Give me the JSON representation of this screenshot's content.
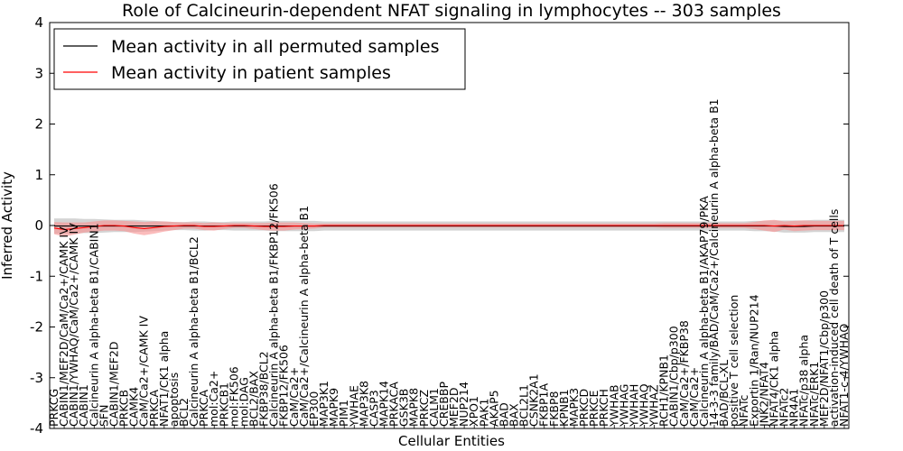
{
  "chart_data": {
    "type": "line",
    "title": "Role of Calcineurin-dependent NFAT signaling in lymphocytes -- 303 samples",
    "xlabel": "Cellular Entities",
    "ylabel": "Inferred Activity",
    "ylim": [
      -4,
      4
    ],
    "yticks": [
      -4,
      -3,
      -2,
      -1,
      0,
      1,
      2,
      3,
      4
    ],
    "grid": false,
    "legend_position": "top-left",
    "categories": [
      "PRKCG",
      "CABIN1/MEF2D/CaM/Ca2+/CAMK IV",
      "CABIN1/YWHAQ/CaM/Ca2+/CAMK IV",
      "CABIN1",
      "Calcineurin A alpha-beta B1/CABIN1",
      "SFN",
      "CABIN1/MEF2D",
      "PRKCB",
      "CAMK4",
      "CaM/Ca2+/CAMK IV",
      "PRKCA",
      "NFAT1/CK1 alpha",
      "apoptosis",
      "BCL2",
      "Calcineurin A alpha-beta B1/BCL2",
      "PRKCA",
      "mol:Ca2+",
      "PRKCB1",
      "mol:FK506",
      "mol:DAG",
      "BCL2/BAX",
      "FKBP38/BCL2",
      "Calcineurin A alpha-beta B1/FKBP12/FK506",
      "FKBP12/FK506",
      "CaM/Ca2+",
      "CaM/Ca2+/Calcineurin A alpha-beta B1",
      "EP300",
      "MAP3K1",
      "MAPK9",
      "PIM1",
      "YWHAE",
      "MAP3K8",
      "CASP3",
      "MAPK14",
      "PRKACA",
      "GSK3B",
      "MAPK8",
      "PRKCZ",
      "CALM1",
      "CREBBP",
      "MEF2D",
      "NUP214",
      "XPO1",
      "PAK1",
      "AKAP5",
      "BAD",
      "BAX",
      "BCL2L1",
      "CSNK2A1",
      "FKBP1A",
      "FKBP8",
      "KPNB1",
      "MAPK3",
      "PRKCD",
      "PRKCE",
      "PRKCH",
      "YWHAB",
      "YWHAG",
      "YWHAH",
      "YWHAQ",
      "YWHAZ",
      "RCH1/KPNB1",
      "CABIN1/Cbp/p300",
      "CaM/Ca2+/FKBP38",
      "CaM/Ca2+",
      "Calcineurin A alpha-beta B1/AKAP79/PKA",
      "14-3-3 family/BAD/CaM/Ca2+/Calcineurin A alpha-beta B1",
      "BAD/BCL-XL",
      "positive T cell selection",
      "NFATc",
      "Exportin 1/Ran/NUP214",
      "JNK2/NFAT4",
      "NFAT4/CK1 alpha",
      "NFATc2",
      "NR4A1",
      "NFATc/p38 alpha",
      "NFATc/ERK1",
      "MEF2D/NFAT1/Cbp/p300",
      "activation-induced cell death of T cells",
      "NFAT1-c-4/YWHAQ"
    ],
    "series": [
      {
        "name": "Mean activity in all permuted samples",
        "color": "#000000",
        "band_color": "#b0b0b0",
        "values": [
          -0.01,
          -0.01,
          -0.01,
          -0.01,
          -0.01,
          -0.01,
          -0.01,
          -0.01,
          -0.01,
          -0.01,
          -0.01,
          -0.01,
          -0.01,
          -0.01,
          -0.01,
          -0.01,
          -0.01,
          -0.01,
          -0.01,
          -0.01,
          -0.01,
          -0.01,
          -0.01,
          -0.01,
          -0.01,
          -0.01,
          -0.01,
          -0.01,
          -0.01,
          -0.01,
          -0.01,
          -0.01,
          -0.01,
          -0.01,
          -0.01,
          -0.01,
          -0.01,
          -0.01,
          -0.01,
          -0.01,
          -0.01,
          -0.01,
          -0.01,
          -0.01,
          -0.01,
          -0.01,
          -0.01,
          -0.01,
          -0.01,
          -0.01,
          -0.01,
          -0.01,
          -0.01,
          -0.01,
          -0.01,
          -0.01,
          -0.01,
          -0.01,
          -0.01,
          -0.01,
          -0.01,
          -0.01,
          -0.01,
          -0.01,
          -0.01,
          -0.01,
          -0.01,
          -0.01,
          -0.01,
          -0.01,
          -0.01,
          -0.01,
          -0.01,
          -0.02,
          -0.02,
          -0.02,
          -0.01,
          -0.01,
          -0.01,
          -0.01
        ],
        "band_half_width": [
          0.15,
          0.15,
          0.15,
          0.14,
          0.14,
          0.13,
          0.12,
          0.12,
          0.12,
          0.11,
          0.1,
          0.09,
          0.08,
          0.08,
          0.09,
          0.09,
          0.08,
          0.08,
          0.09,
          0.09,
          0.09,
          0.09,
          0.1,
          0.1,
          0.1,
          0.1,
          0.1,
          0.09,
          0.09,
          0.09,
          0.09,
          0.09,
          0.09,
          0.09,
          0.09,
          0.09,
          0.09,
          0.09,
          0.09,
          0.09,
          0.09,
          0.09,
          0.09,
          0.09,
          0.09,
          0.09,
          0.09,
          0.09,
          0.09,
          0.09,
          0.09,
          0.09,
          0.09,
          0.09,
          0.09,
          0.09,
          0.09,
          0.09,
          0.09,
          0.09,
          0.09,
          0.09,
          0.09,
          0.09,
          0.09,
          0.09,
          0.09,
          0.09,
          0.09,
          0.09,
          0.1,
          0.1,
          0.11,
          0.12,
          0.12,
          0.12,
          0.12,
          0.12,
          0.12,
          0.12
        ]
      },
      {
        "name": "Mean activity in patient samples",
        "color": "#ff0000",
        "band_color": "#f89090",
        "values": [
          -0.05,
          -0.08,
          -0.06,
          -0.04,
          -0.02,
          0.0,
          0.0,
          -0.01,
          -0.04,
          -0.06,
          -0.04,
          -0.02,
          -0.01,
          0.0,
          0.0,
          -0.02,
          -0.02,
          -0.01,
          0.0,
          0.0,
          -0.01,
          -0.02,
          -0.02,
          -0.02,
          -0.01,
          -0.01,
          -0.01,
          0.0,
          0.0,
          0.0,
          0.0,
          0.0,
          0.0,
          0.0,
          0.0,
          0.0,
          0.0,
          0.0,
          0.0,
          0.0,
          0.0,
          0.0,
          0.0,
          0.0,
          0.0,
          0.0,
          0.0,
          0.0,
          0.0,
          0.0,
          0.0,
          0.0,
          0.0,
          0.0,
          0.0,
          0.0,
          0.0,
          0.0,
          0.0,
          0.0,
          0.0,
          0.0,
          0.0,
          0.0,
          0.0,
          0.0,
          0.0,
          0.0,
          0.0,
          0.0,
          0.0,
          0.0,
          -0.01,
          0.0,
          -0.01,
          0.0,
          0.0,
          0.0,
          0.0,
          0.0
        ],
        "band_half_width": [
          0.12,
          0.14,
          0.12,
          0.1,
          0.1,
          0.1,
          0.1,
          0.1,
          0.12,
          0.13,
          0.12,
          0.1,
          0.08,
          0.06,
          0.06,
          0.07,
          0.08,
          0.06,
          0.05,
          0.05,
          0.06,
          0.07,
          0.08,
          0.08,
          0.07,
          0.06,
          0.05,
          0.04,
          0.04,
          0.04,
          0.04,
          0.04,
          0.04,
          0.04,
          0.04,
          0.04,
          0.04,
          0.04,
          0.04,
          0.04,
          0.04,
          0.04,
          0.04,
          0.04,
          0.04,
          0.04,
          0.04,
          0.04,
          0.04,
          0.04,
          0.04,
          0.04,
          0.04,
          0.04,
          0.04,
          0.04,
          0.04,
          0.04,
          0.04,
          0.04,
          0.04,
          0.05,
          0.05,
          0.05,
          0.05,
          0.05,
          0.05,
          0.05,
          0.05,
          0.05,
          0.07,
          0.1,
          0.12,
          0.08,
          0.1,
          0.1,
          0.09,
          0.09,
          0.09,
          0.09
        ]
      }
    ]
  }
}
